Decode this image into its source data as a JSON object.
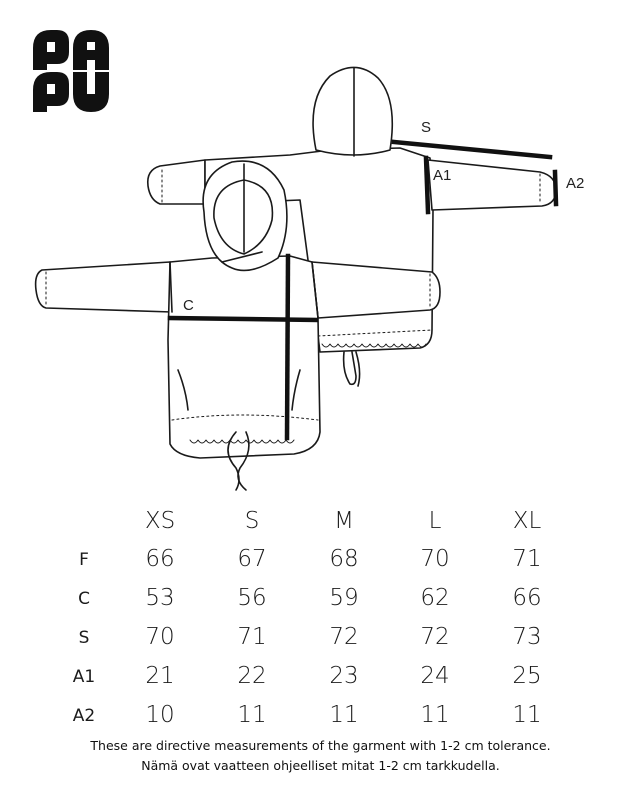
{
  "brand": {
    "name": "PAPU"
  },
  "measure_labels": {
    "s": "S",
    "a1": "A1",
    "a2": "A2",
    "c": "C"
  },
  "table": {
    "columns": [
      "XS",
      "S",
      "M",
      "L",
      "XL"
    ],
    "rows": [
      {
        "label": "F",
        "values": [
          "66",
          "67",
          "68",
          "70",
          "71"
        ]
      },
      {
        "label": "C",
        "values": [
          "53",
          "56",
          "59",
          "62",
          "66"
        ]
      },
      {
        "label": "S",
        "values": [
          "70",
          "71",
          "72",
          "72",
          "73"
        ]
      },
      {
        "label": "A1",
        "values": [
          "21",
          "22",
          "23",
          "24",
          "25"
        ]
      },
      {
        "label": "A2",
        "values": [
          "10",
          "11",
          "11",
          "11",
          "11"
        ]
      }
    ]
  },
  "notes": {
    "en": "These are directive measurements of the garment with 1-2 cm tolerance.",
    "fi": "Nämä ovat vaatteen ohjeelliset mitat 1-2 cm tarkkudella."
  }
}
